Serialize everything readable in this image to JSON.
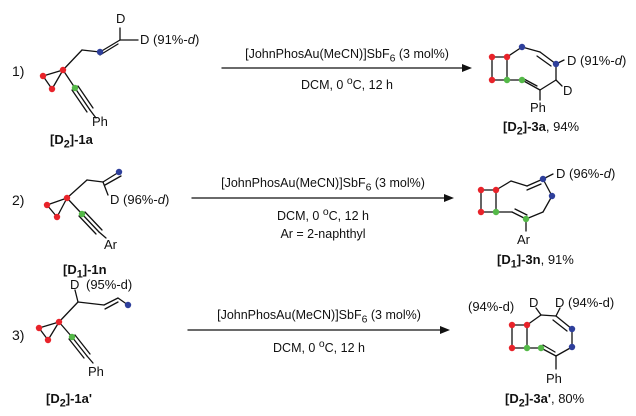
{
  "reactions": [
    {
      "number": "1)",
      "substrate": {
        "tag_lead": "[D",
        "tag_sub": "2",
        "tag_trail": "]-1a",
        "d_top": "D",
        "d_side": "D",
        "d_pct_pre": "(91%-",
        "d_pct_it": "d",
        "d_pct_post": ")",
        "ph": "Ph"
      },
      "conditions": {
        "cat_pre": "[JohnPhosAu(MeCN)]SbF",
        "cat_sub": "6",
        "cat_post": " (3 mol%)",
        "line2_pre": "DCM, 0 ",
        "line2_sup": "o",
        "line2_post": "C, 12 h"
      },
      "product": {
        "tag_lead": "[D",
        "tag_sub": "2",
        "tag_trail": "]-3a",
        "yield": ", 94%",
        "d1": "D",
        "d1_pct_pre": "(91%-",
        "d1_pct_it": "d",
        "d1_pct_post": ")",
        "d2": "D",
        "ph": "Ph"
      }
    },
    {
      "number": "2)",
      "substrate": {
        "tag_lead": "[D",
        "tag_sub": "1",
        "tag_trail": "]-1n",
        "d": "D",
        "d_pct_pre": "(96%-",
        "d_pct_it": "d",
        "d_pct_post": ")",
        "ar": "Ar"
      },
      "conditions": {
        "cat_pre": "[JohnPhosAu(MeCN)]SbF",
        "cat_sub": "6",
        "cat_post": " (3 mol%)",
        "line2_pre": "DCM, 0 ",
        "line2_sup": "o",
        "line2_post": "C, 12 h",
        "line3": "Ar = 2-naphthyl"
      },
      "product": {
        "tag_lead": "[D",
        "tag_sub": "1",
        "tag_trail": "]-3n",
        "yield": ", 91%",
        "d": "D",
        "d_pct_pre": "(96%-",
        "d_pct_it": "d",
        "d_pct_post": ")",
        "ar": "Ar"
      }
    },
    {
      "number": "3)",
      "substrate": {
        "tag_lead": "[D",
        "tag_sub": "2",
        "tag_trail": "]-1a'",
        "d": "D",
        "d_pct": "(95%-d)",
        "ph": "Ph"
      },
      "conditions": {
        "cat_pre": "[JohnPhosAu(MeCN)]SbF",
        "cat_sub": "6",
        "cat_post": " (3 mol%)",
        "line2_pre": "DCM, 0 ",
        "line2_sup": "o",
        "line2_post": "C, 12 h"
      },
      "product": {
        "tag_lead": "[D",
        "tag_sub": "2",
        "tag_trail": "]-3a'",
        "yield": ", 80%",
        "d_left_pct": "(94%-d)",
        "d_left": "D",
        "d_right": "D",
        "d_right_pct": "(94%-d)",
        "ph": "Ph"
      }
    }
  ],
  "colors": {
    "red": "#e8232a",
    "green": "#54b948",
    "blue": "#2e3f9b",
    "bond": "#111111"
  }
}
